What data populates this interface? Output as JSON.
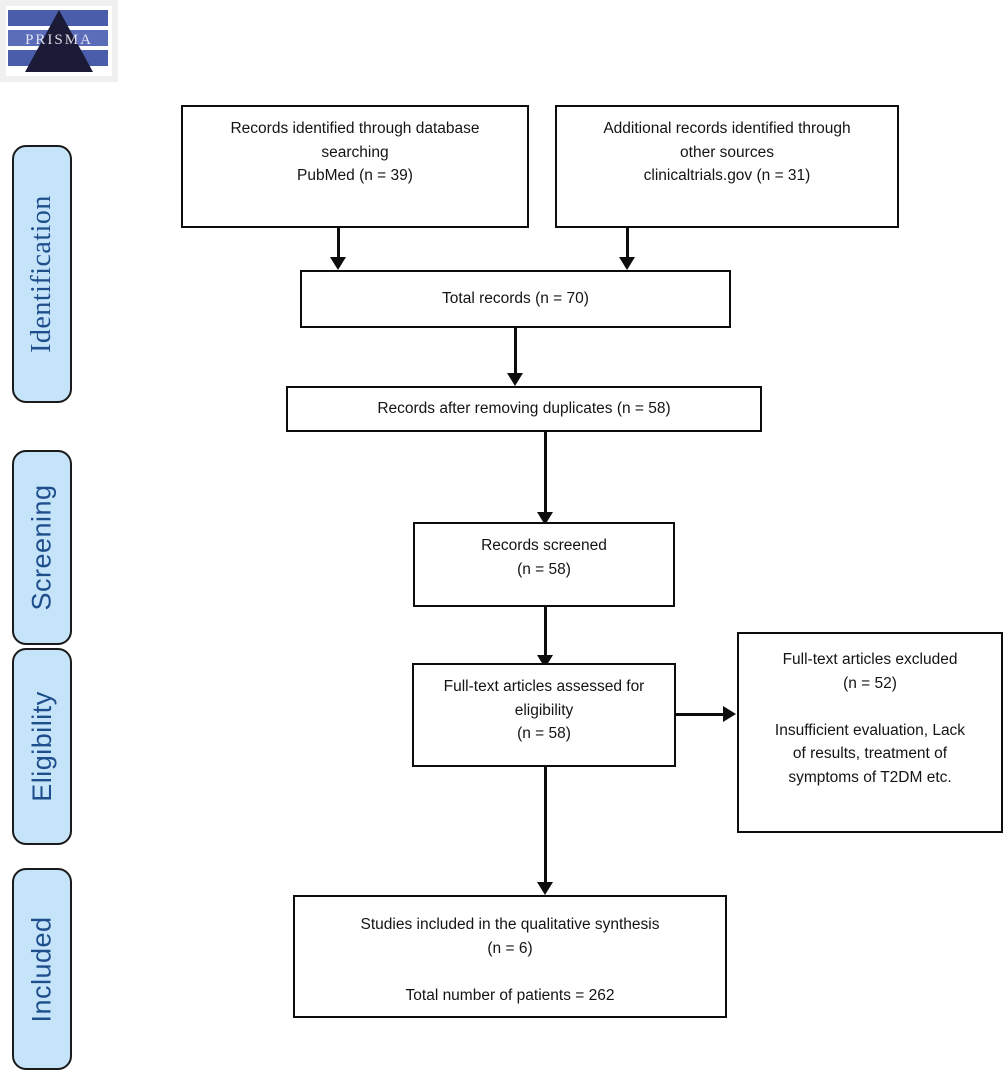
{
  "logo": {
    "alt": "PRISMA logo",
    "wordmark": "PRISMA"
  },
  "stages": [
    {
      "id": "identification",
      "label": "Identification"
    },
    {
      "id": "screening",
      "label": "Screening"
    },
    {
      "id": "eligibility",
      "label": "Eligibility"
    },
    {
      "id": "included",
      "label": "Included"
    }
  ],
  "colors": {
    "stage_fill": "#c5e4f9",
    "stage_text": "#1f4e8c",
    "border": "#0d0d0d",
    "box_fill": "#ffffff"
  },
  "boxes": {
    "database_search": "Records identified through database\nsearching\nPubMed (n = 39)",
    "other_sources": "Additional records identified through\nother sources\nclinicaltrials.gov (n = 31)",
    "total_records": "Total records (n = 70)",
    "after_duplicates": "Records after removing duplicates (n = 58)",
    "records_screened": "Records screened\n(n = 58)",
    "fulltext_assessed": "Full-text articles assessed for\neligibility\n(n = 58)",
    "fulltext_excluded": "Full-text articles excluded\n(n = 52)\n\nInsufficient evaluation, Lack\nof results, treatment of\nsymptoms of T2DM etc.",
    "studies_included": "Studies included in the qualitative synthesis\n(n = 6)\n\nTotal number of patients = 262"
  },
  "counts": {
    "pubmed": 39,
    "clinicaltrials": 31,
    "total_records": 70,
    "after_duplicates": 58,
    "records_screened": 58,
    "fulltext_assessed": 58,
    "fulltext_excluded": 52,
    "studies_included": 6,
    "total_patients": 262
  }
}
